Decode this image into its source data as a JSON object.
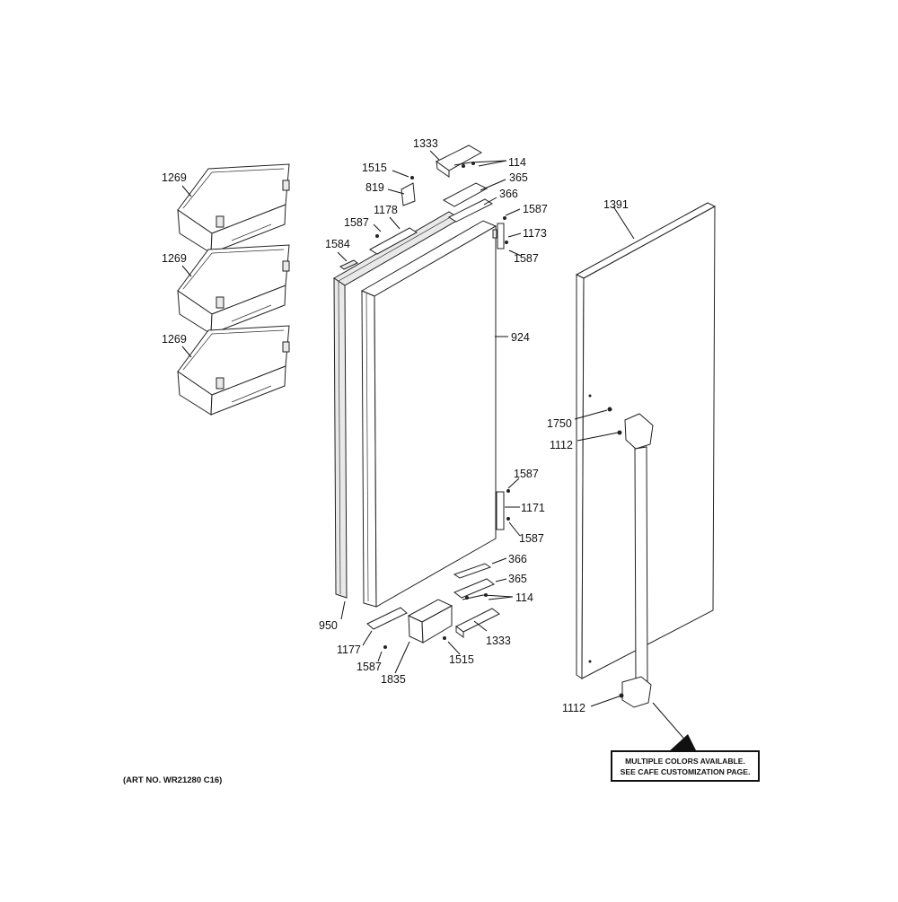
{
  "labels": {
    "bin_top": "1269",
    "bin_mid": "1269",
    "bin_bot": "1269",
    "hinge_top": "1333",
    "screw_114_top": "114",
    "screw_1515_top": "1515",
    "bracket_365_top": "365",
    "stop_819": "819",
    "spacer_366_top": "366",
    "screw_1587_a": "1587",
    "bracket_1178": "1178",
    "screw_1587_b": "1587",
    "bracket_1173": "1173",
    "screw_1587_c": "1587",
    "plug_1584": "1584",
    "panel_1391": "1391",
    "door_924": "924",
    "screw_1750": "1750",
    "handle_mount_top": "1112",
    "screw_1587_d": "1587",
    "bracket_1171": "1171",
    "screw_1587_e": "1587",
    "spacer_366_bot": "366",
    "bracket_365_bot": "365",
    "screw_114_bot": "114",
    "gasket_950": "950",
    "bracket_1177": "1177",
    "hinge_bot": "1333",
    "screw_1587_f": "1587",
    "screw_1515_bot": "1515",
    "closer_1835": "1835",
    "handle_mount_bot": "1112"
  },
  "note": {
    "line1": "MULTIPLE COLORS AVAILABLE.",
    "line2": "SEE CAFE CUSTOMIZATION PAGE."
  },
  "art_number": "(ART NO. WR21280 C16)"
}
